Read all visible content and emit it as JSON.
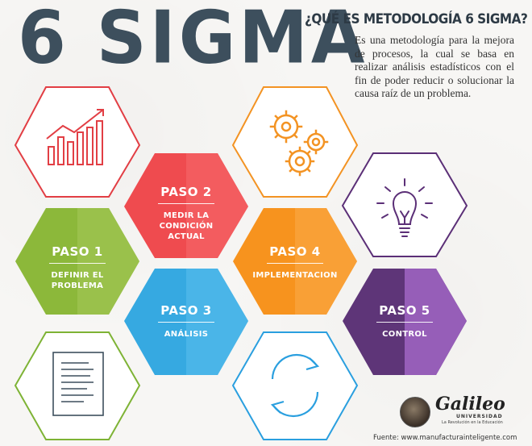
{
  "title": "6 SIGMA",
  "question": "¿QUÉ ES METODOLOGÍA 6 SIGMA?",
  "description": "Es una metodología para la mejora de procesos, la cual se basa en realizar análisis estadísticos con el fin de poder reducir o solucionar la causa raíz de un problema.",
  "steps": [
    {
      "num": "PASO 1",
      "label": "DEFINIR EL PROBLEMA",
      "color": "#8cb83a",
      "shade": "#6f9a26"
    },
    {
      "num": "PASO 2",
      "label": "MEDIR LA CONDICIÓN ACTUAL",
      "color": "#ef4b4f",
      "shade": "#d52f3a"
    },
    {
      "num": "PASO 3",
      "label": "ANÁLISIS",
      "color": "#36a9e1",
      "shade": "#1d8ccb"
    },
    {
      "num": "PASO 4",
      "label": "IMPLEMENTACION",
      "color": "#f7931e",
      "shade": "#ec7a12"
    },
    {
      "num": "PASO 5",
      "label": "CONTROL",
      "color": "#8b51a8",
      "shade": "#5e3578"
    }
  ],
  "outline_hexes": [
    {
      "icon": "chart-growth-icon",
      "color": "#e23e44"
    },
    {
      "icon": "gears-icon",
      "color": "#f39323"
    },
    {
      "icon": "lightbulb-icon",
      "color": "#5b2f77"
    },
    {
      "icon": "document-icon",
      "color": "#7eb335"
    },
    {
      "icon": "cycle-arrows-icon",
      "color": "#2a9fdf"
    }
  ],
  "logo": {
    "name": "Galileo",
    "subtitle": "UNIVERSIDAD",
    "tagline": "La Revolución en la Educación"
  },
  "source": "Fuente: www.manufacturainteligente.com"
}
